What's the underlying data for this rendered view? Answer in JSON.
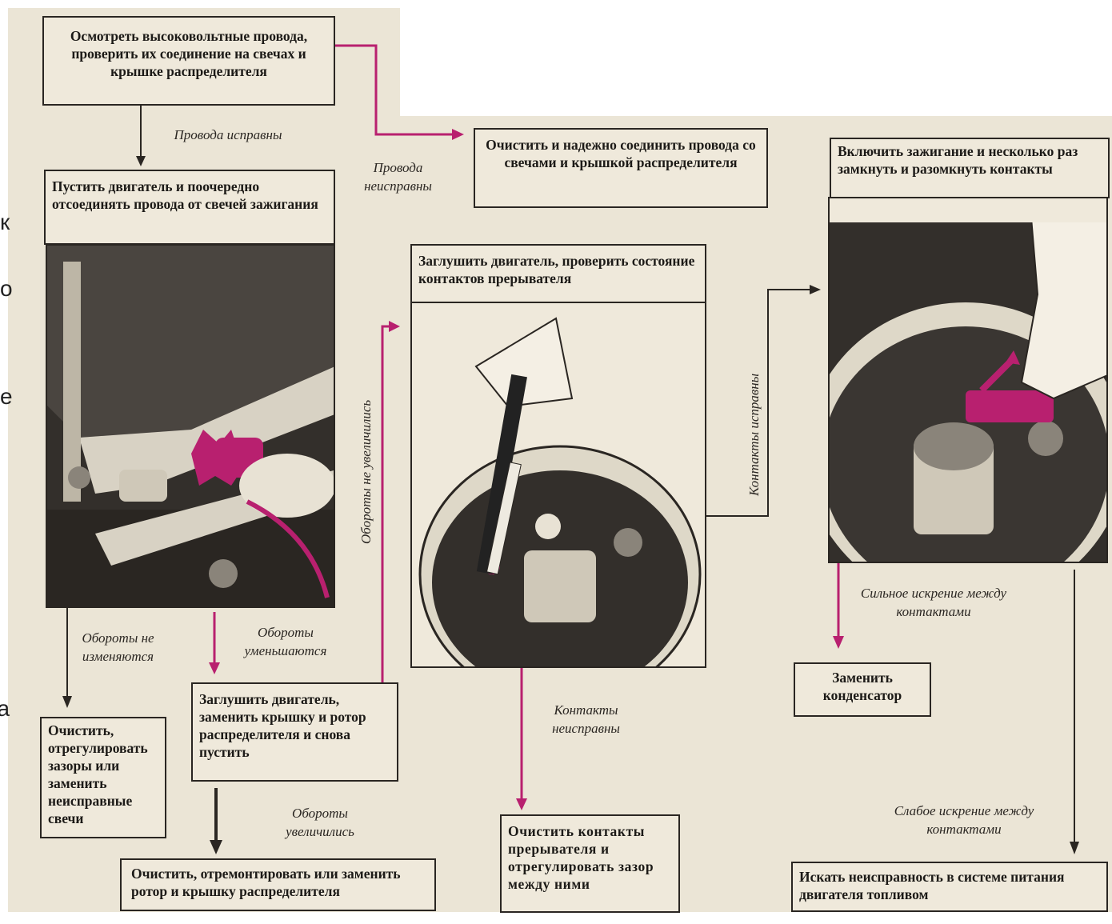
{
  "boxes": {
    "inspect_wires": "Осмотреть высоковольтные провода, проверить их соединение на свечах и крышке распределителя",
    "clean_connect_wires": "Очистить и надежно соединить провода со свечами и крышкой распределителя",
    "start_engine": "Пустить двигатель и поочередно отсоединять провода от свечей зажигания",
    "stop_check_contacts": "Заглушить двигатель, проверить состояние контактов прерывателя",
    "ignition_contacts": "Включить зажигание и несколько раз замкнуть и разомкнуть контакты",
    "clean_adjust_plugs": "Очистить, отрегулировать зазоры или заменить неисправные свечи",
    "replace_cap_rotor": "Заглушить двигатель, заменить крышку и ротор распределителя и снова пустить",
    "repair_rotor_cap": "Очистить, отремонтировать или заменить ротор и крышку распределителя",
    "clean_adjust_contacts": "Очистить контакты прерывателя и отрегулировать зазор между ними",
    "replace_capacitor": "Заменить конденсатор",
    "search_fuel_system": "Искать неисправность в системе питания двигателя топливом"
  },
  "labels": {
    "wires_ok": "Провода исправны",
    "wires_faulty": "Провода неисправны",
    "rpm_unchanged": "Обороты не изменяются",
    "rpm_decrease": "Обороты уменьшаются",
    "rpm_not_increased": "Обороты не увеличились",
    "rpm_increased": "Обороты увеличились",
    "contacts_ok": "Контакты исправны",
    "contacts_faulty": "Контакты неисправны",
    "strong_spark": "Сильное искрение между контактами",
    "weak_spark": "Слабое искрение между контактами"
  },
  "stub_chars": [
    "к",
    "о",
    "е",
    "ва"
  ],
  "colors": {
    "paper": "#ebe5d6",
    "ink": "#2a2622",
    "accent_magenta": "#b8206f",
    "photo_dark": "#3a3632"
  },
  "icons": [
    "spark-plug-illustration",
    "distributor-contacts-illustration",
    "breaker-contacts-illustration"
  ]
}
